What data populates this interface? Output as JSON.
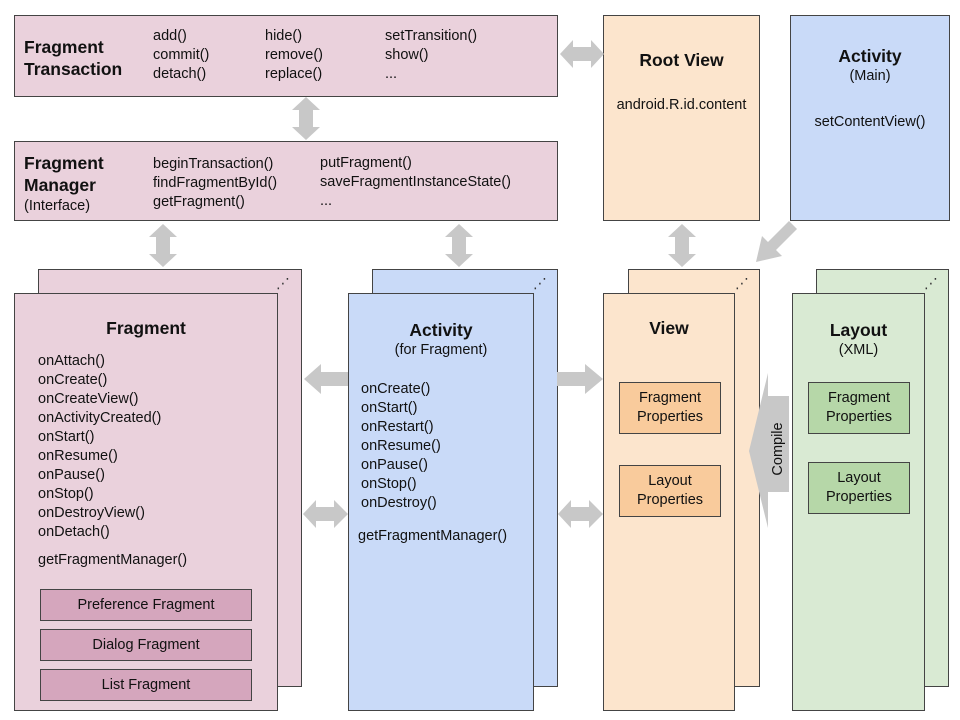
{
  "fragment_transaction": {
    "title_line1": "Fragment",
    "title_line2": "Transaction",
    "col1": [
      "add()",
      "commit()",
      "detach()"
    ],
    "col2": [
      "hide()",
      "remove()",
      "replace()"
    ],
    "col3": [
      "setTransition()",
      "show()",
      "..."
    ]
  },
  "fragment_manager": {
    "title_line1": "Fragment",
    "title_line2": "Manager",
    "subtitle": "(Interface)",
    "col1": [
      "beginTransaction()",
      "findFragmentById()",
      "getFragment()"
    ],
    "col2": [
      "putFragment()",
      "saveFragmentInstanceState()",
      "..."
    ]
  },
  "root_view": {
    "title": "Root View",
    "content": "android.R.id.content"
  },
  "activity_main": {
    "title": "Activity",
    "subtitle": "(Main)",
    "method": "setContentView()"
  },
  "fragment": {
    "title": "Fragment",
    "lifecycle": [
      "onAttach()",
      "onCreate()",
      "onCreateView()",
      "onActivityCreated()",
      "onStart()",
      "onResume()",
      "onPause()",
      "onStop()",
      "onDestroyView()",
      "onDetach()"
    ],
    "extra_method": "getFragmentManager()",
    "subclasses": [
      "Preference Fragment",
      "Dialog Fragment",
      "List Fragment"
    ]
  },
  "activity_fragment": {
    "title": "Activity",
    "subtitle": "(for Fragment)",
    "lifecycle": [
      "onCreate()",
      "onStart()",
      "onRestart()",
      "onResume()",
      "onPause()",
      "onStop()",
      "onDestroy()"
    ],
    "extra_method": "getFragmentManager()"
  },
  "view": {
    "title": "View",
    "props1_line1": "Fragment",
    "props1_line2": "Properties",
    "props2_line1": "Layout",
    "props2_line2": "Properties"
  },
  "layout": {
    "title": "Layout",
    "subtitle": "(XML)",
    "props1_line1": "Fragment",
    "props1_line2": "Properties",
    "props2_line1": "Layout",
    "props2_line2": "Properties"
  },
  "compile_label": "Compile",
  "stack_dots": "⋰",
  "colors": {
    "pink": "#ead1dc",
    "pink_dark": "#d5a6bd",
    "blue": "#c9daf8",
    "orange": "#fce5cd",
    "orange_dark": "#f9cb9c",
    "green": "#d9ead3",
    "green_dark": "#b6d7a8",
    "arrow": "#c8c8c8"
  }
}
